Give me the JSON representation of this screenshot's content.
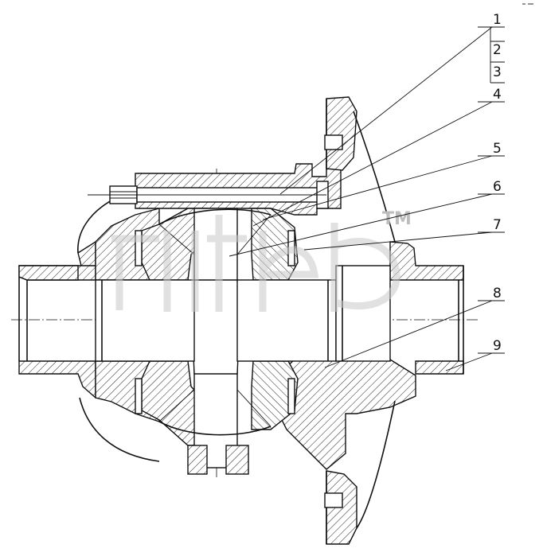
{
  "callouts": [
    {
      "label": "1"
    },
    {
      "label": "2"
    },
    {
      "label": "3"
    },
    {
      "label": "4"
    },
    {
      "label": "5"
    },
    {
      "label": "6"
    },
    {
      "label": "7"
    },
    {
      "label": "8"
    },
    {
      "label": "9"
    }
  ],
  "watermark": {
    "trademark": "TM"
  }
}
